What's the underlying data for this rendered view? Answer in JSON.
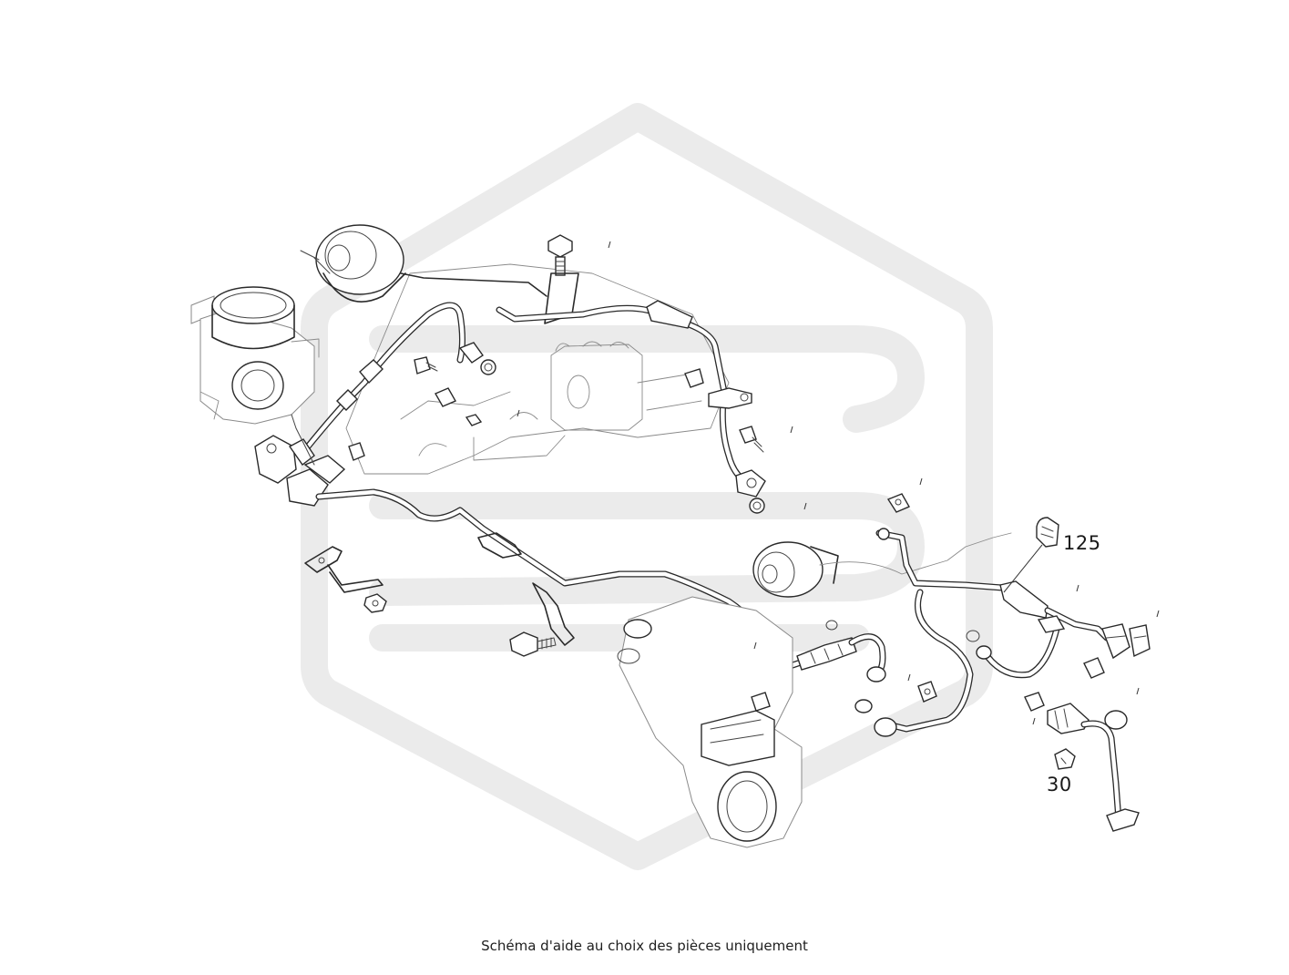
{
  "diagram": {
    "callouts": [
      {
        "id": "part-125",
        "label": "125"
      },
      {
        "id": "part-30",
        "label": "30"
      }
    ],
    "watermark_icon": "hexagon-logo-icon"
  },
  "caption": "Schéma d'aide au choix des pièces uniquement",
  "colors": {
    "line": "#2a2a2a",
    "watermark": "#ebebeb",
    "background": "#ffffff"
  }
}
